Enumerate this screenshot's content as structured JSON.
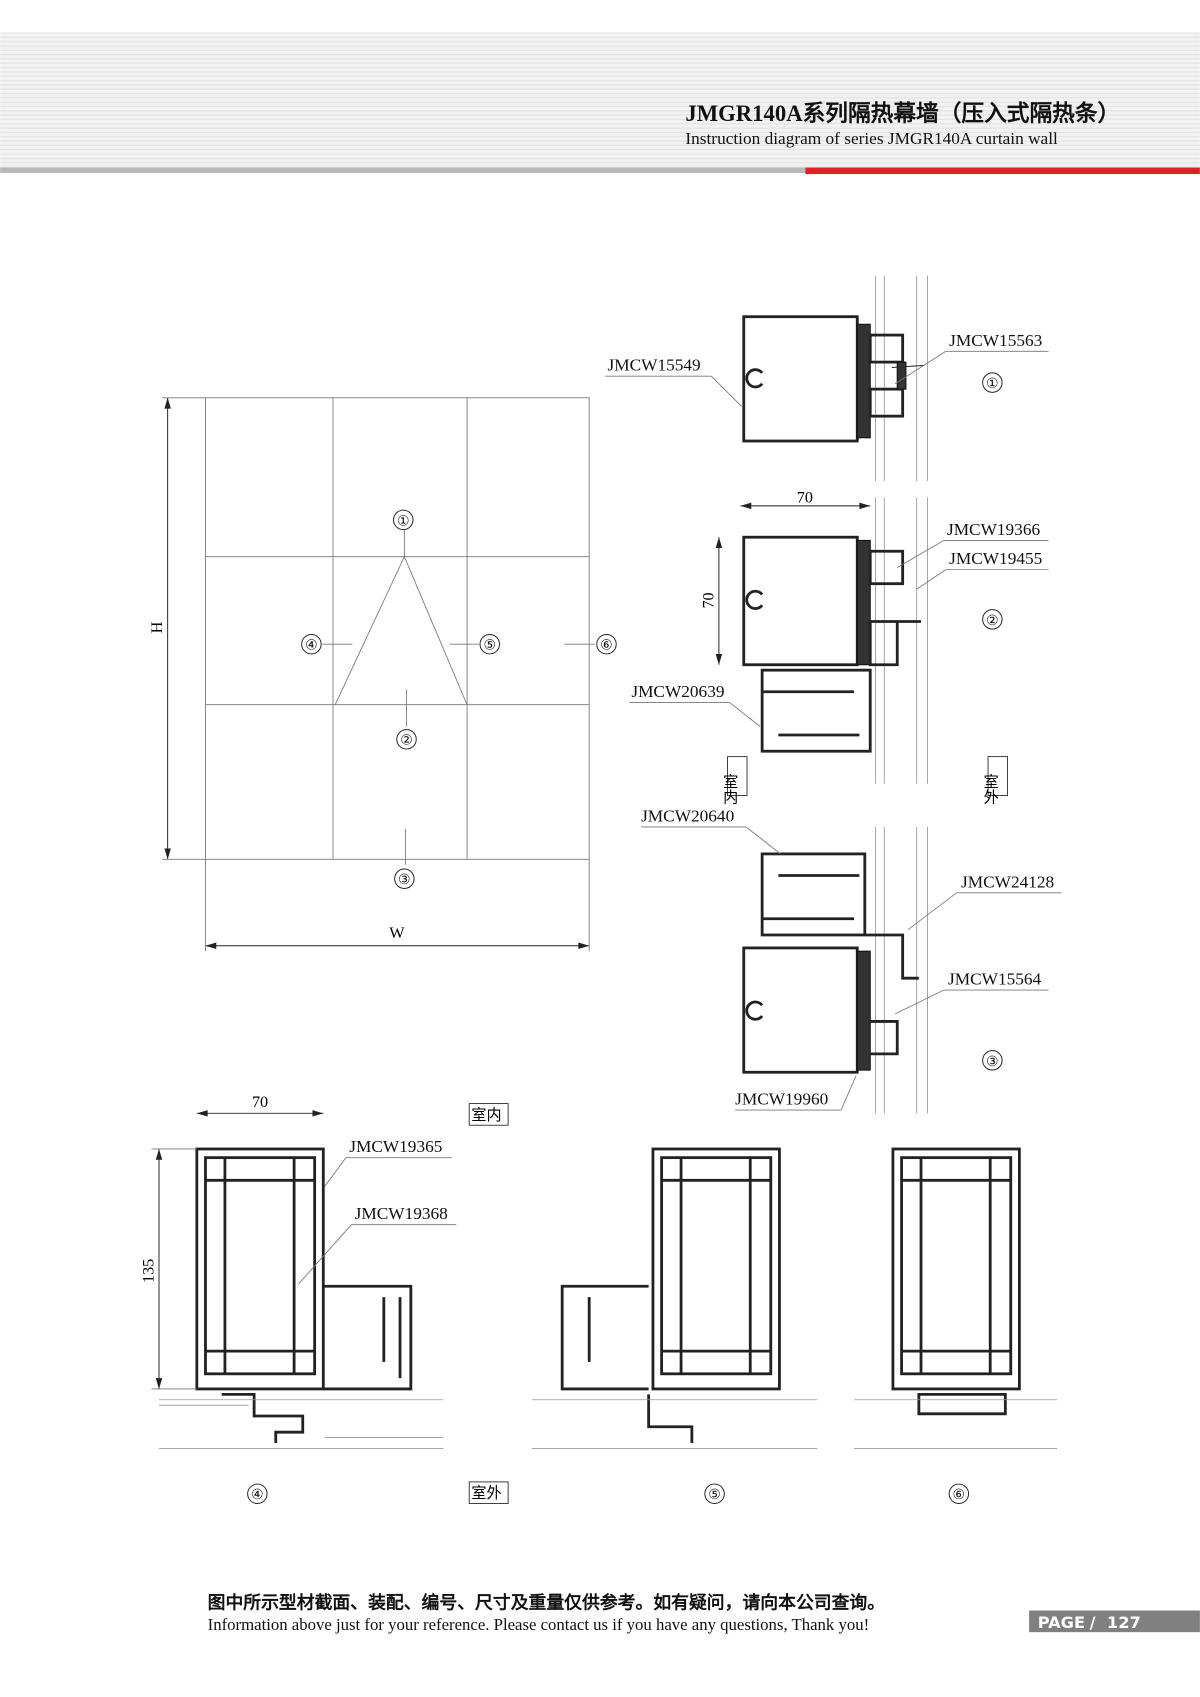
{
  "header": {
    "title": "JMGR140A系列隔热幕墙（压入式隔热条）",
    "subtitle": "Instruction diagram of series JMGR140A curtain wall",
    "accent_color": "#e31e24"
  },
  "elevation": {
    "height_label": "H",
    "width_label": "W",
    "markers": [
      "①",
      "②",
      "③",
      "④",
      "⑤",
      "⑥"
    ]
  },
  "section1": {
    "labels": [
      "JMCW15549",
      "JMCW15563"
    ],
    "marker": "①"
  },
  "section2": {
    "labels": [
      "JMCW19366",
      "JMCW19455",
      "JMCW20639"
    ],
    "dim_width": "70",
    "dim_height": "70",
    "marker": "②",
    "inside": "室内",
    "outside": "室外"
  },
  "section3": {
    "labels": [
      "JMCW20640",
      "JMCW24128",
      "JMCW15564",
      "JMCW19960"
    ],
    "marker": "③"
  },
  "bottom": {
    "dim_width": "70",
    "dim_height": "135",
    "labels": [
      "JMCW19365",
      "JMCW19368"
    ],
    "inside": "室内",
    "outside": "室外",
    "markers": [
      "④",
      "⑤",
      "⑥"
    ]
  },
  "footer": {
    "note_cn": "图中所示型材截面、装配、编号、尺寸及重量仅供参考。如有疑问，请向本公司查询。",
    "note_en": "Information above just for your reference. Please contact us if you have any questions, Thank you!",
    "page_label": "PAGE",
    "page_sep": "/",
    "page_number": "127"
  }
}
